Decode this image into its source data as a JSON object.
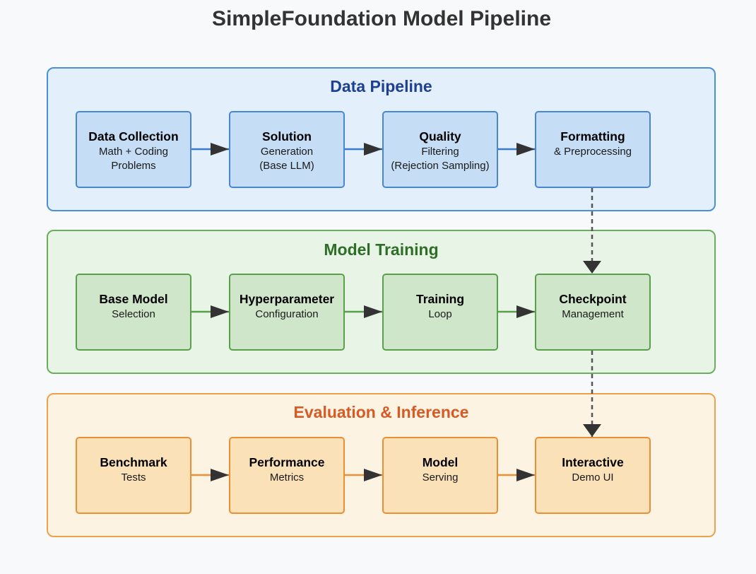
{
  "title": "SimpleFoundation Model Pipeline",
  "sections": [
    {
      "title": "Data Pipeline",
      "colors": {
        "fill": "#e3f0fb",
        "border": "#4a90d9",
        "title": "#1f3f8f",
        "box_fill": "#c5ddf5",
        "box_border": "#4a86cf",
        "arrow": "#3a7ac8"
      },
      "boxes": [
        {
          "title": "Data Collection",
          "subtitle": "Math + Coding\nProblems"
        },
        {
          "title": "Solution",
          "subtitle": "Generation\n(Base LLM)"
        },
        {
          "title": "Quality",
          "subtitle": "Filtering\n(Rejection Sampling)"
        },
        {
          "title": "Formatting",
          "subtitle": "& Preprocessing"
        }
      ]
    },
    {
      "title": "Model Training",
      "colors": {
        "fill": "#e8f4e6",
        "border": "#6aae5c",
        "title": "#2e6e27",
        "box_fill": "#cfe6cb",
        "box_border": "#58a04a",
        "arrow": "#58a04a"
      },
      "boxes": [
        {
          "title": "Base Model",
          "subtitle": "Selection"
        },
        {
          "title": "Hyperparameter",
          "subtitle": "Configuration"
        },
        {
          "title": "Training",
          "subtitle": "Loop"
        },
        {
          "title": "Checkpoint",
          "subtitle": "Management"
        }
      ]
    },
    {
      "title": "Evaluation & Inference",
      "colors": {
        "fill": "#fdf3e3",
        "border": "#eda24a",
        "title": "#d65a24",
        "box_fill": "#fbe1b8",
        "box_border": "#ea8f35",
        "arrow": "#ea8f35"
      },
      "boxes": [
        {
          "title": "Benchmark",
          "subtitle": "Tests"
        },
        {
          "title": "Performance",
          "subtitle": "Metrics"
        },
        {
          "title": "Model",
          "subtitle": "Serving"
        },
        {
          "title": "Interactive",
          "subtitle": "Demo UI"
        }
      ]
    }
  ],
  "connector_color": "#555555"
}
